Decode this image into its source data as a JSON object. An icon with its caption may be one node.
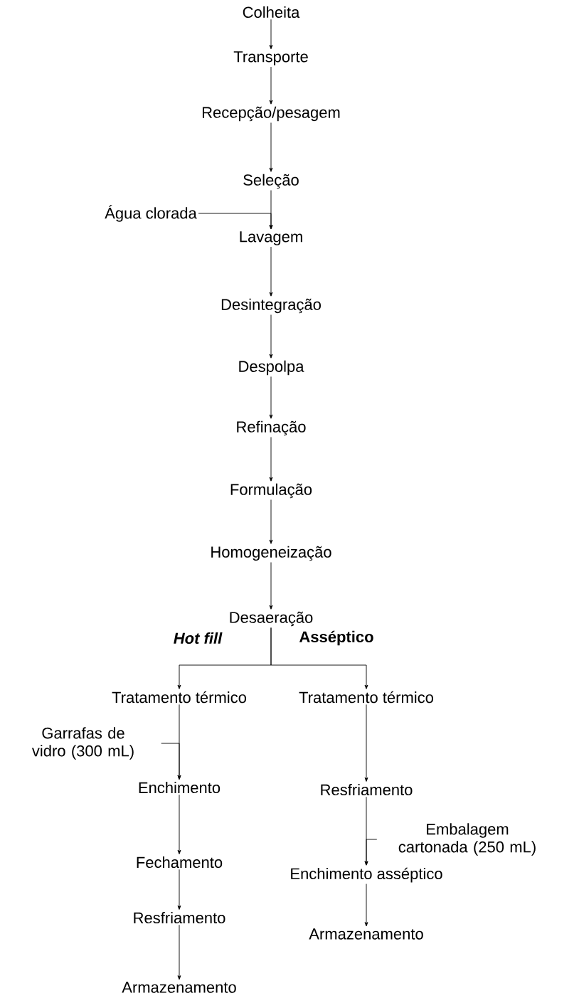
{
  "diagram": {
    "nodes": [
      {
        "text": [
          "Colheita"
        ]
      },
      {
        "text": [
          "Transporte"
        ]
      },
      {
        "text": [
          "Recepção/pesagem"
        ]
      },
      {
        "text": [
          "Seleção"
        ]
      },
      {
        "text": [
          "Água clorada"
        ]
      },
      {
        "text": [
          "Lavagem"
        ]
      },
      {
        "text": [
          "Desintegração"
        ]
      },
      {
        "text": [
          "Despolpa"
        ]
      },
      {
        "text": [
          "Refinação"
        ]
      },
      {
        "text": [
          "Formulação"
        ]
      },
      {
        "text": [
          "Homogeneização"
        ]
      },
      {
        "text": [
          "Desaeração"
        ]
      },
      {
        "text": [
          "Tratamento térmico"
        ]
      },
      {
        "text": [
          "Tratamento térmico"
        ]
      },
      {
        "text": [
          "Garrafas de vidro (300 mL)"
        ]
      },
      {
        "text": [
          "Enchimento"
        ]
      },
      {
        "text": [
          "Fechamento"
        ]
      },
      {
        "text": [
          "Resfriamento"
        ]
      },
      {
        "text": [
          "Armazenamento"
        ]
      },
      {
        "text": [
          "Resfriamento"
        ]
      },
      {
        "text": [
          "Embalagem cartonada (250 mL)"
        ]
      },
      {
        "text": [
          "Enchimento asséptico"
        ]
      },
      {
        "text": [
          "Armazenamento"
        ]
      }
    ],
    "edges": [
      {
        "from": 0,
        "to": 1,
        "arrow": "to"
      },
      {
        "from": 1,
        "to": 2,
        "arrow": "to"
      },
      {
        "from": 2,
        "to": 3,
        "arrow": "to"
      },
      {
        "from": 3,
        "to": 5,
        "arrow": "to"
      },
      {
        "from": 4,
        "to": 5,
        "arrow": "to"
      },
      {
        "from": 5,
        "to": 6,
        "arrow": "to"
      },
      {
        "from": 6,
        "to": 7,
        "arrow": "to"
      },
      {
        "from": 7,
        "to": 8,
        "arrow": "to"
      },
      {
        "from": 8,
        "to": 9,
        "arrow": "to"
      },
      {
        "from": 9,
        "to": 10,
        "arrow": "to"
      },
      {
        "from": 10,
        "to": 11,
        "arrow": "to"
      },
      {
        "from": 11,
        "to": 12,
        "arrow": "to",
        "label": "Hot fill"
      },
      {
        "from": 11,
        "to": 13,
        "arrow": "to",
        "label": "Asséptico"
      },
      {
        "from": 12,
        "to": 15,
        "arrow": "to"
      },
      {
        "from": 14,
        "to": 15,
        "arrow": "to"
      },
      {
        "from": 15,
        "to": 16,
        "arrow": "to"
      },
      {
        "from": 16,
        "to": 17,
        "arrow": "to"
      },
      {
        "from": 17,
        "to": 18,
        "arrow": "to"
      },
      {
        "from": 13,
        "to": 19,
        "arrow": "to"
      },
      {
        "from": 19,
        "to": 21,
        "arrow": "to"
      },
      {
        "from": 20,
        "to": 21,
        "arrow": "to"
      },
      {
        "from": 21,
        "to": 22,
        "arrow": "to"
      }
    ]
  }
}
